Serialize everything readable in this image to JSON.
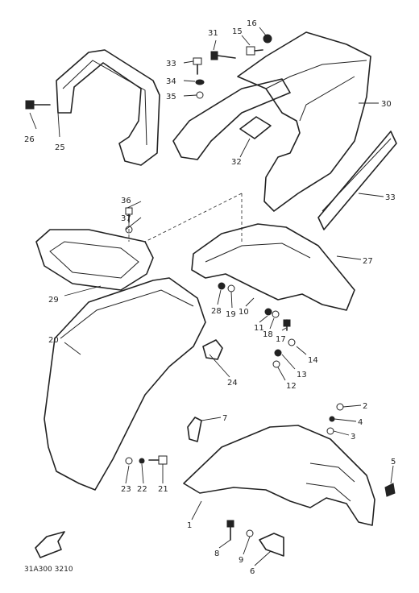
{
  "labels": {
    "l1": "1",
    "l2": "2",
    "l3": "3",
    "l4": "4",
    "l5": "5",
    "l6": "6",
    "l7": "7",
    "l8": "8",
    "l9": "9",
    "l10": "10",
    "l11": "11",
    "l12": "12",
    "l13": "13",
    "l14": "14",
    "l15": "15",
    "l16": "16",
    "l17": "17",
    "l18": "18",
    "l19": "19",
    "l20": "20",
    "l21": "21",
    "l22": "22",
    "l23": "23",
    "l24": "24",
    "l25": "25",
    "l26": "26",
    "l27": "27",
    "l28": "28",
    "l29": "29",
    "l30": "30",
    "l31": "31",
    "l32": "32",
    "l33a": "33",
    "l33b": "33",
    "l34": "34",
    "l35": "35",
    "l36": "36",
    "l37": "37"
  },
  "diagram_code": "31A300 3210"
}
